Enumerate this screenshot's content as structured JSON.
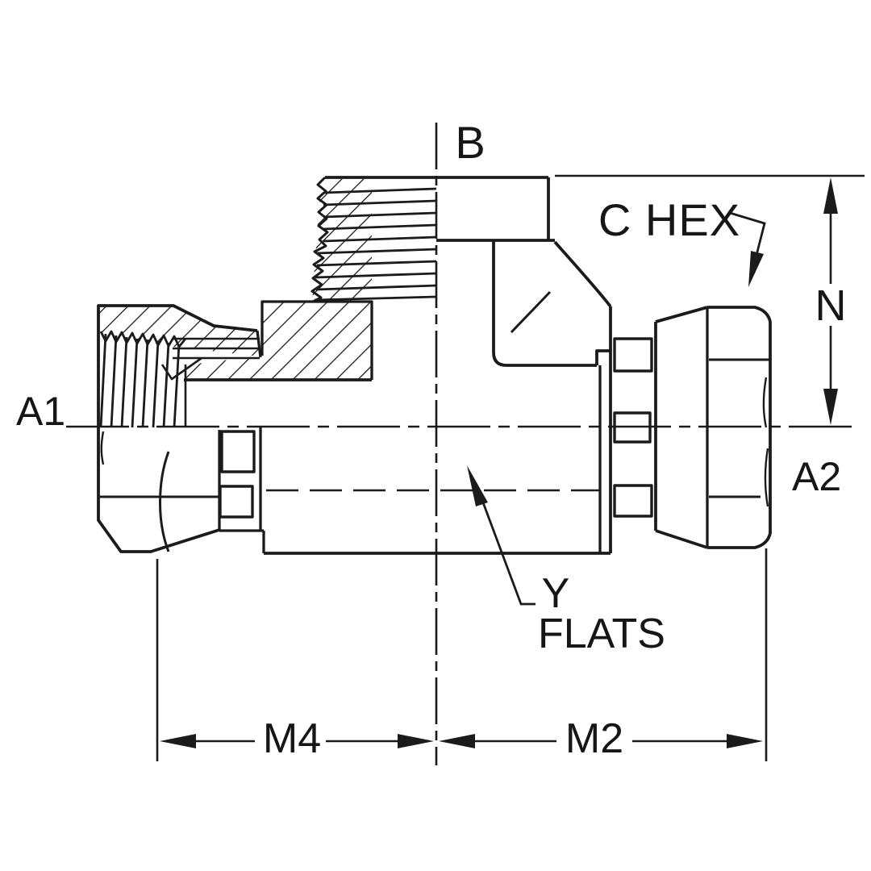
{
  "drawing": {
    "title": "Cross-section technical drawing of a swivel run tee hydraulic fitting",
    "colors": {
      "line": "#1b1b1b",
      "background": "#ffffff"
    },
    "labels": {
      "top_port": "B",
      "hex_callout": "C HEX",
      "height_dim": "N",
      "left_port": "A1",
      "right_port": "A2",
      "flats_callout_line1": "Y",
      "flats_callout_line2": "FLATS",
      "left_length_dim": "M4",
      "right_length_dim": "M2"
    }
  }
}
